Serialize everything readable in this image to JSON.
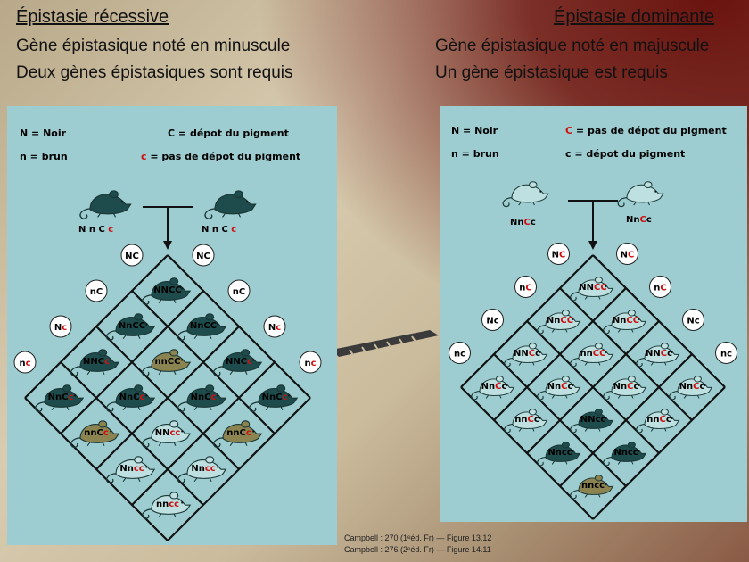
{
  "left": {
    "title": "Épistasie récessive",
    "line1": "Gène épistasique noté en minuscule",
    "line2": "Deux gènes épistasiques sont requis",
    "key_N": "N = Noir",
    "key_C": "C = dépot du pigment",
    "key_n": "n = brun",
    "key_c_prefix": "c",
    "key_c_rest": " = pas de dépot du pigment",
    "parent_label_black": "N n C ",
    "parent_label_red": "c",
    "gametes": [
      "NC",
      "nC",
      "Nc",
      "nc"
    ],
    "cells": [
      [
        "NNCC",
        "NnCC",
        "NNCc",
        "NnCc"
      ],
      [
        "NnCC",
        "nnCC",
        "NnCc",
        "nnCc"
      ],
      [
        "NNCc",
        "NnCc",
        "NNcc",
        "Nncc"
      ],
      [
        "NnCc",
        "nnCc",
        "Nncc",
        "nncc"
      ]
    ],
    "phenotypes": [
      [
        "black",
        "black",
        "black",
        "black"
      ],
      [
        "black",
        "brown",
        "black",
        "brown"
      ],
      [
        "black",
        "black",
        "white",
        "white"
      ],
      [
        "black",
        "brown",
        "white",
        "white"
      ]
    ]
  },
  "right": {
    "title": "Épistasie dominante",
    "line1": "Gène épistasique noté en majuscule",
    "line2": "Un gène épistasique est requis",
    "key_N": "N = Noir",
    "key_C_prefix": "C",
    "key_C_rest": " = pas de dépot du pigment",
    "key_n": "n = brun",
    "key_c": "c = dépot du pigment",
    "parent_label_black1": "Nn",
    "parent_label_red": "C",
    "parent_label_black2": "c",
    "gametes": [
      "NC",
      "nC",
      "Nc",
      "nc"
    ],
    "cells": [
      [
        "NNCC",
        "NnCC",
        "NNCc",
        "NnCc"
      ],
      [
        "NnCC",
        "nnCC",
        "NnCc",
        "nnCc"
      ],
      [
        "NNCc",
        "NnCc",
        "NNcc",
        "Nncc"
      ],
      [
        "NnCc",
        "nnCc",
        "Nncc",
        "nncc"
      ]
    ],
    "phenotypes": [
      [
        "white",
        "white",
        "white",
        "white"
      ],
      [
        "white",
        "white",
        "white",
        "white"
      ],
      [
        "white",
        "white",
        "black",
        "black"
      ],
      [
        "white",
        "white",
        "black",
        "brown"
      ]
    ]
  },
  "references": {
    "line1": "Campbell : 270 (1ᵉéd. Fr) — Figure 13.12",
    "line2": "Campbell : 276 (2ᵉéd. Fr) — Figure 14.11"
  },
  "colors": {
    "panel": "#9dcdd0",
    "mouse_black": "#1e4b4b",
    "mouse_brown": "#8c8450",
    "mouse_white": "#bfe0e0",
    "red_allele": "#d01010"
  }
}
